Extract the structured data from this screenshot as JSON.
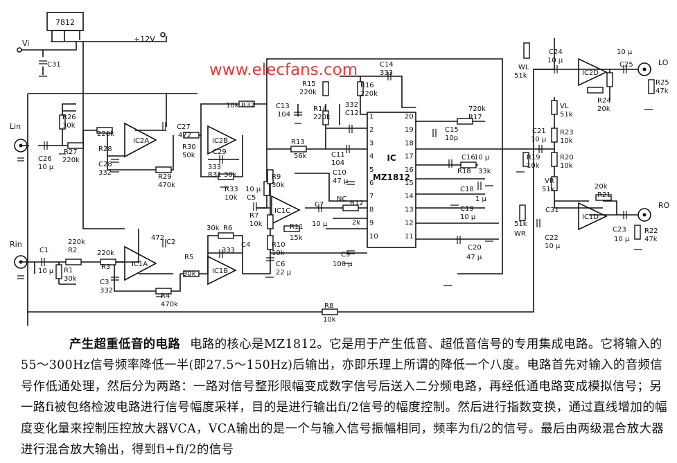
{
  "watermark": "www.elecfans.com",
  "diagram": {
    "regulator": "7812",
    "supply": "+12V",
    "inputs": {
      "vi": "Vi",
      "lin": "Lin",
      "rin": "Rin"
    },
    "outputs": {
      "lo": "LO",
      "ro": "RO"
    },
    "ic": {
      "name": "IC",
      "part": "MZ1812",
      "pins_left": [
        "1",
        "2",
        "3",
        "4",
        "5",
        "6",
        "7",
        "8",
        "9",
        "10"
      ],
      "pins_right": [
        "20",
        "19",
        "18",
        "17",
        "16",
        "15",
        "14",
        "13",
        "12",
        "11"
      ],
      "nc": "NC"
    },
    "opamps": [
      "IC2A",
      "IC2B",
      "IC1A",
      "IC1B",
      "IC1C",
      "IC2D",
      "IC1D"
    ],
    "labels": [
      {
        "id": "c31_l",
        "text": "C31"
      },
      {
        "id": "r26",
        "text": "R26"
      },
      {
        "id": "r26v",
        "text": "30k"
      },
      {
        "id": "c26",
        "text": "C26"
      },
      {
        "id": "c26v",
        "text": "10 μ"
      },
      {
        "id": "r27",
        "text": "R27"
      },
      {
        "id": "r27v",
        "text": "220k"
      },
      {
        "id": "r28v",
        "text": "220k"
      },
      {
        "id": "r28",
        "text": "R28"
      },
      {
        "id": "c28",
        "text": "C28"
      },
      {
        "id": "c28v",
        "text": "332"
      },
      {
        "id": "r29",
        "text": "R29"
      },
      {
        "id": "r29v",
        "text": "470k"
      },
      {
        "id": "c27",
        "text": "C27"
      },
      {
        "id": "c27v",
        "text": "472"
      },
      {
        "id": "c29",
        "text": "C29"
      },
      {
        "id": "c29v",
        "text": "333"
      },
      {
        "id": "r30",
        "text": "R30"
      },
      {
        "id": "r30v",
        "text": "50k"
      },
      {
        "id": "r31",
        "text": "R31"
      },
      {
        "id": "r31v",
        "text": "30k"
      },
      {
        "id": "r32v",
        "text": "10k"
      },
      {
        "id": "r32",
        "text": "R32"
      },
      {
        "id": "r33",
        "text": "R33"
      },
      {
        "id": "r33v",
        "text": "10k"
      },
      {
        "id": "c1",
        "text": "C1"
      },
      {
        "id": "c1v",
        "text": "10 μ"
      },
      {
        "id": "r1",
        "text": "R1"
      },
      {
        "id": "r1v",
        "text": "30k"
      },
      {
        "id": "r2v",
        "text": "220k"
      },
      {
        "id": "r2",
        "text": "R2"
      },
      {
        "id": "r3v",
        "text": "220k"
      },
      {
        "id": "r3",
        "text": "R3"
      },
      {
        "id": "c3",
        "text": "C3"
      },
      {
        "id": "c3v",
        "text": "332"
      },
      {
        "id": "c2v",
        "text": "472"
      },
      {
        "id": "c2",
        "text": "C2"
      },
      {
        "id": "r4",
        "text": "R4"
      },
      {
        "id": "r4v",
        "text": "470k"
      },
      {
        "id": "r5",
        "text": "R5"
      },
      {
        "id": "r5v",
        "text": "30k"
      },
      {
        "id": "r6v",
        "text": "30k"
      },
      {
        "id": "r6",
        "text": "R6"
      },
      {
        "id": "c4v",
        "text": "333"
      },
      {
        "id": "c4",
        "text": "C4"
      },
      {
        "id": "r8",
        "text": "R8"
      },
      {
        "id": "r8v",
        "text": "10k"
      },
      {
        "id": "c5",
        "text": "C5"
      },
      {
        "id": "c5v",
        "text": "10 μ"
      },
      {
        "id": "r9",
        "text": "R9"
      },
      {
        "id": "r9v",
        "text": "30k"
      },
      {
        "id": "r7",
        "text": "R7"
      },
      {
        "id": "r7v",
        "text": "10k"
      },
      {
        "id": "r10",
        "text": "R10"
      },
      {
        "id": "r10v",
        "text": "10k"
      },
      {
        "id": "c6",
        "text": "C6"
      },
      {
        "id": "c6v",
        "text": "22 μ"
      },
      {
        "id": "r11",
        "text": "R11"
      },
      {
        "id": "r11v",
        "text": "15k"
      },
      {
        "id": "c7",
        "text": "C7"
      },
      {
        "id": "c7v",
        "text": "10 μ"
      },
      {
        "id": "r12",
        "text": "R12"
      },
      {
        "id": "r12v",
        "text": "2k"
      },
      {
        "id": "c13",
        "text": "C13"
      },
      {
        "id": "c13v",
        "text": "104"
      },
      {
        "id": "r15",
        "text": "R15"
      },
      {
        "id": "r15v",
        "text": "220k"
      },
      {
        "id": "r14",
        "text": "R14"
      },
      {
        "id": "r14v",
        "text": "220k"
      },
      {
        "id": "c12v",
        "text": "332"
      },
      {
        "id": "c12",
        "text": "C12"
      },
      {
        "id": "r16",
        "text": "R16"
      },
      {
        "id": "r16v",
        "text": "220k"
      },
      {
        "id": "c14",
        "text": "C14"
      },
      {
        "id": "c14v",
        "text": "333"
      },
      {
        "id": "r13",
        "text": "R13"
      },
      {
        "id": "r13v",
        "text": "56k"
      },
      {
        "id": "c11",
        "text": "C11"
      },
      {
        "id": "c11v",
        "text": "104"
      },
      {
        "id": "c10",
        "text": "C10"
      },
      {
        "id": "c10v",
        "text": "47 μ"
      },
      {
        "id": "c9",
        "text": "C9"
      },
      {
        "id": "c9v",
        "text": "100 μ"
      },
      {
        "id": "r17v",
        "text": "720k"
      },
      {
        "id": "r17",
        "text": "R17"
      },
      {
        "id": "c15",
        "text": "C15"
      },
      {
        "id": "c15v",
        "text": "10p"
      },
      {
        "id": "c16",
        "text": "C16"
      },
      {
        "id": "c16v",
        "text": "10 μ"
      },
      {
        "id": "r18",
        "text": "R18"
      },
      {
        "id": "r18v",
        "text": "33k"
      },
      {
        "id": "c18",
        "text": "C18"
      },
      {
        "id": "c18v",
        "text": "1 μ"
      },
      {
        "id": "c19",
        "text": "C19"
      },
      {
        "id": "c19v",
        "text": "10 μ"
      },
      {
        "id": "c20",
        "text": "C20"
      },
      {
        "id": "c20v",
        "text": "47 μ"
      },
      {
        "id": "c21",
        "text": "C21"
      },
      {
        "id": "c21v",
        "text": "10 μ"
      },
      {
        "id": "r19",
        "text": "R19"
      },
      {
        "id": "r19v",
        "text": "10k"
      },
      {
        "id": "wl",
        "text": "WL"
      },
      {
        "id": "wlv",
        "text": "51k"
      },
      {
        "id": "c24",
        "text": "C24"
      },
      {
        "id": "c24v",
        "text": "10 μ"
      },
      {
        "id": "c25v",
        "text": "10 μ"
      },
      {
        "id": "c25",
        "text": "C25"
      },
      {
        "id": "r25",
        "text": "R25"
      },
      {
        "id": "r25v",
        "text": "47k"
      },
      {
        "id": "r24",
        "text": "R24"
      },
      {
        "id": "r24v",
        "text": "20k"
      },
      {
        "id": "vl",
        "text": "VL"
      },
      {
        "id": "vlv",
        "text": "51k"
      },
      {
        "id": "r23",
        "text": "R23"
      },
      {
        "id": "r23v",
        "text": "10k"
      },
      {
        "id": "r20",
        "text": "R20"
      },
      {
        "id": "r20v",
        "text": "10k"
      },
      {
        "id": "vr",
        "text": "VR"
      },
      {
        "id": "vrv",
        "text": "51k"
      },
      {
        "id": "r21v",
        "text": "20k"
      },
      {
        "id": "r21",
        "text": "R21"
      },
      {
        "id": "c31r",
        "text": "C31"
      },
      {
        "id": "wrv",
        "text": "51k"
      },
      {
        "id": "wr",
        "text": "WR"
      },
      {
        "id": "c22",
        "text": "C22"
      },
      {
        "id": "c22v",
        "text": "10 μ"
      },
      {
        "id": "c23",
        "text": "C23"
      },
      {
        "id": "c23v",
        "text": "10 μ"
      },
      {
        "id": "r22",
        "text": "R22"
      },
      {
        "id": "r22v",
        "text": "47k"
      }
    ]
  },
  "caption": {
    "title": "产生超重低音的电路",
    "body": "电路的核心是MZ1812。它是用于产生低音、超低音信号的专用集成电路。它将输入的55～300Hz信号频率降低一半(即27.5～150Hz)后输出，亦即乐理上所谓的降低一个八度。电路首先对输入的音频信号作低通处理，然后分为两路：一路对信号整形限幅变成数字信号后送入二分频电路，再经低通电路变成模拟信号；另一路fi被包络检波电路进行信号幅度采样，目的是进行输出fi/2信号的幅度控制。然后进行指数变换，通过直线增加的幅度变化量来控制压控放大器VCA，VCA输出的是一个与输入信号振幅相同，频率为fi/2的信号。最后由两级混合放大器进行混合放大输出，得到fi+fi/2的信号"
  }
}
